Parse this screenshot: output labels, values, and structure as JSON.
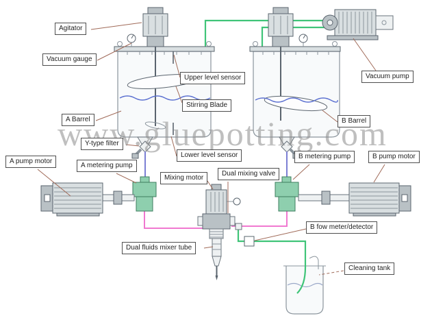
{
  "watermark": "www.gluepotting.com",
  "labels": {
    "agitator": "Agitator",
    "vacuum_gauge": "Vacuum gauge",
    "upper_level_sensor": "Upper level sensor",
    "stirring_blade": "Stirring Blade",
    "a_barrel": "A Barrel",
    "y_type_filter": "Y-type filter",
    "a_pump_motor": "A pump motor",
    "a_metering_pump": "A metering pump",
    "lower_level_sensor": "Lower level sensor",
    "mixing_motor": "Mixing motor",
    "dual_mixing_valve": "Dual mixing valve",
    "b_metering_pump": "B metering pump",
    "b_pump_motor": "B pump motor",
    "b_barrel": "B Barrel",
    "vacuum_pump": "Vacuum pump",
    "b_flow_meter": "B fow meter/detector",
    "dual_fluids_mixer_tube": "Dual fluids mixer tube",
    "cleaning_tank": "Cleaning tank"
  },
  "colors": {
    "pipe_green": "#3fc478",
    "pipe_pink": "#f078d0",
    "pipe_blue": "#7b7fd4",
    "liquid": "#5a6fd0",
    "connector": "#a06a58",
    "watermark": "#8c8c8c"
  }
}
